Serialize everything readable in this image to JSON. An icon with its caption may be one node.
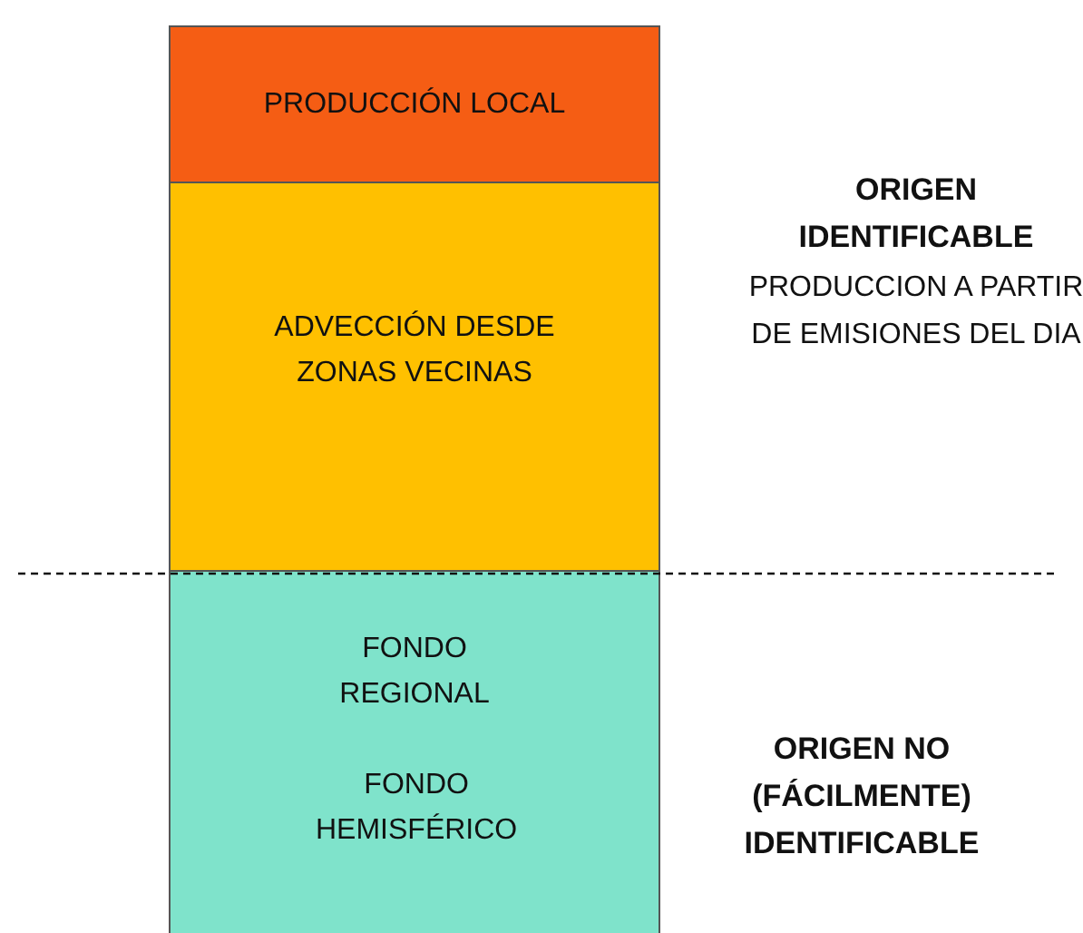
{
  "diagram": {
    "nodes": [
      {
        "text": [
          "PRODUCCIÓN LOCAL"
        ]
      },
      {
        "text": [
          "ADVECCIÓN DESDE ZONAS VECINAS"
        ]
      },
      {
        "text": [
          "FONDO REGIONAL",
          "FONDO HEMISFÉRICO"
        ]
      }
    ],
    "labels": [
      "ORIGEN IDENTIFICABLE",
      "PRODUCCION A PARTIR DE EMISIONES DEL DIA",
      "ORIGEN NO (FÁCILMENTE) IDENTIFICABLE"
    ]
  }
}
